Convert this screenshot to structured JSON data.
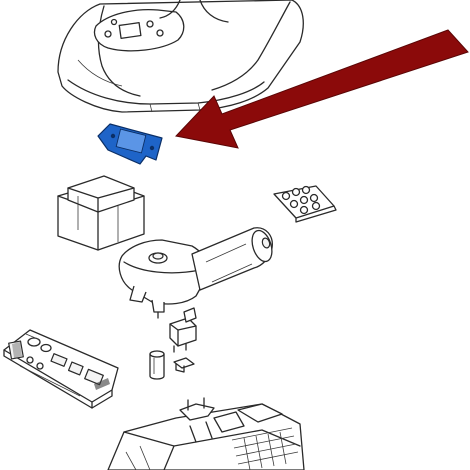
{
  "colors": {
    "background": "#ffffff",
    "line": "#2a2a2a",
    "arrow": "#8b0a0a",
    "highlight_part": "#1e64c8"
  },
  "parts": [
    {
      "name": "top-cover",
      "icon": "housing-cover"
    },
    {
      "name": "highlighted-part",
      "icon": "blue-bracket"
    },
    {
      "name": "transformer",
      "icon": "transformer-box"
    },
    {
      "name": "lamp-holder",
      "icon": "led-board"
    },
    {
      "name": "gear-motor",
      "icon": "motor"
    },
    {
      "name": "limit-switch",
      "icon": "switch"
    },
    {
      "name": "capacitor",
      "icon": "cylinder"
    },
    {
      "name": "control-board",
      "icon": "pcb"
    },
    {
      "name": "clip",
      "icon": "clip"
    },
    {
      "name": "base-housing",
      "icon": "base"
    }
  ]
}
